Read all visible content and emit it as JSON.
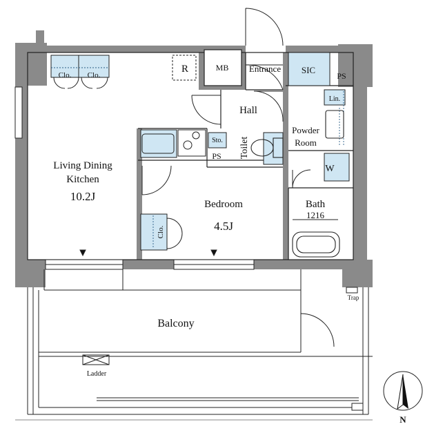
{
  "rooms": {
    "ldk": {
      "name_line1": "Living Dining",
      "name_line2": "Kitchen",
      "size": "10.2J"
    },
    "bedroom": {
      "name": "Bedroom",
      "size": "4.5J"
    },
    "entrance": "Entrance",
    "hall": "Hall",
    "powder_room_line1": "Powder",
    "powder_room_line2": "Room",
    "toilet": "Toilet",
    "bath": {
      "name": "Bath",
      "size": "1216"
    },
    "balcony": "Balcony"
  },
  "fixtures": {
    "closet_a": "Clo.",
    "closet_b": "Clo.",
    "closet_bedroom": "Clo.",
    "refrigerator": "R",
    "meter_box": "MB",
    "sic": "SIC",
    "pipe_space_top": "PS",
    "pipe_space_toilet": "PS",
    "storage": "Sto.",
    "linen": "Lin.",
    "washer": "W",
    "ladder": "Ladder",
    "trap": "Trap"
  },
  "compass": {
    "north": "N"
  },
  "colors": {
    "wall": "#8a8a8a",
    "storage_fill": "#cfe6f3",
    "line": "#222222"
  }
}
